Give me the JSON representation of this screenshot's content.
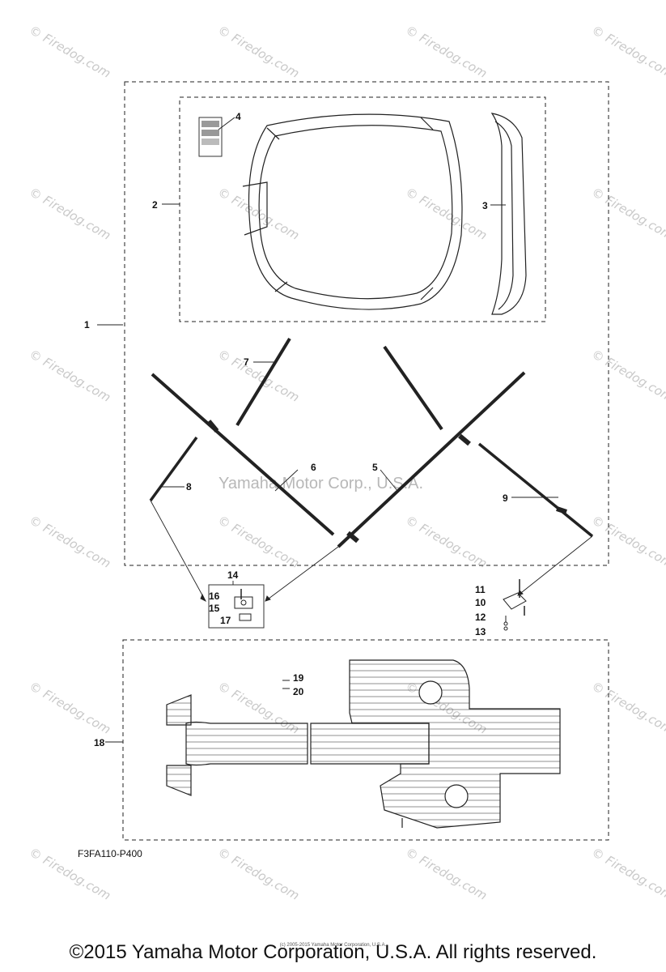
{
  "watermark": {
    "text": "© Firedog.com",
    "center_text": "Yamaha Motor Corp., U.S.A."
  },
  "callouts": {
    "c1": "1",
    "c2": "2",
    "c3": "3",
    "c4": "4",
    "c5": "5",
    "c6": "6",
    "c7": "7",
    "c8": "8",
    "c9": "9",
    "c10": "10",
    "c11": "11",
    "c12": "12",
    "c13": "13",
    "c14": "14",
    "c15": "15",
    "c16": "16",
    "c17": "17",
    "c18": "18",
    "c19": "19",
    "c20": "20"
  },
  "diagram_code": "F3FA110-P400",
  "footer": {
    "copyright": "©2015 Yamaha Motor Corporation, U.S.A. All rights reserved.",
    "small_copyright": "(c) 2005-2015 Yamaha Motor Corporation, U.S.A."
  }
}
